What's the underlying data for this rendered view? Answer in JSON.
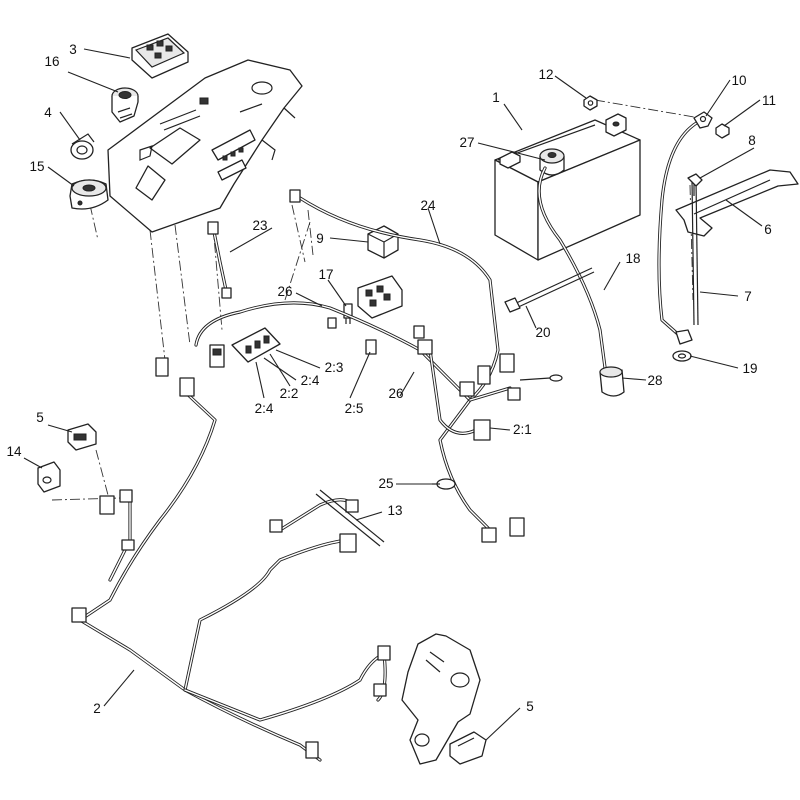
{
  "callouts": [
    {
      "id": "c1",
      "label": "1"
    },
    {
      "id": "c2",
      "label": "2"
    },
    {
      "id": "c2-1",
      "label": "2:1"
    },
    {
      "id": "c2-2",
      "label": "2:2"
    },
    {
      "id": "c2-3",
      "label": "2:3"
    },
    {
      "id": "c2-4a",
      "label": "2:4"
    },
    {
      "id": "c2-4b",
      "label": "2:4"
    },
    {
      "id": "c2-5",
      "label": "2:5"
    },
    {
      "id": "c3",
      "label": "3"
    },
    {
      "id": "c4",
      "label": "4"
    },
    {
      "id": "c5a",
      "label": "5"
    },
    {
      "id": "c5b",
      "label": "5"
    },
    {
      "id": "c6",
      "label": "6"
    },
    {
      "id": "c7",
      "label": "7"
    },
    {
      "id": "c8",
      "label": "8"
    },
    {
      "id": "c9",
      "label": "9"
    },
    {
      "id": "c10",
      "label": "10"
    },
    {
      "id": "c11",
      "label": "11"
    },
    {
      "id": "c12",
      "label": "12"
    },
    {
      "id": "c13",
      "label": "13"
    },
    {
      "id": "c14",
      "label": "14"
    },
    {
      "id": "c15",
      "label": "15"
    },
    {
      "id": "c16",
      "label": "16"
    },
    {
      "id": "c17",
      "label": "17"
    },
    {
      "id": "c18",
      "label": "18"
    },
    {
      "id": "c19",
      "label": "19"
    },
    {
      "id": "c20",
      "label": "20"
    },
    {
      "id": "c23",
      "label": "23"
    },
    {
      "id": "c24",
      "label": "24"
    },
    {
      "id": "c25",
      "label": "25"
    },
    {
      "id": "c26a",
      "label": "26"
    },
    {
      "id": "c26b",
      "label": "26"
    },
    {
      "id": "c27",
      "label": "27"
    },
    {
      "id": "c28",
      "label": "28"
    }
  ]
}
